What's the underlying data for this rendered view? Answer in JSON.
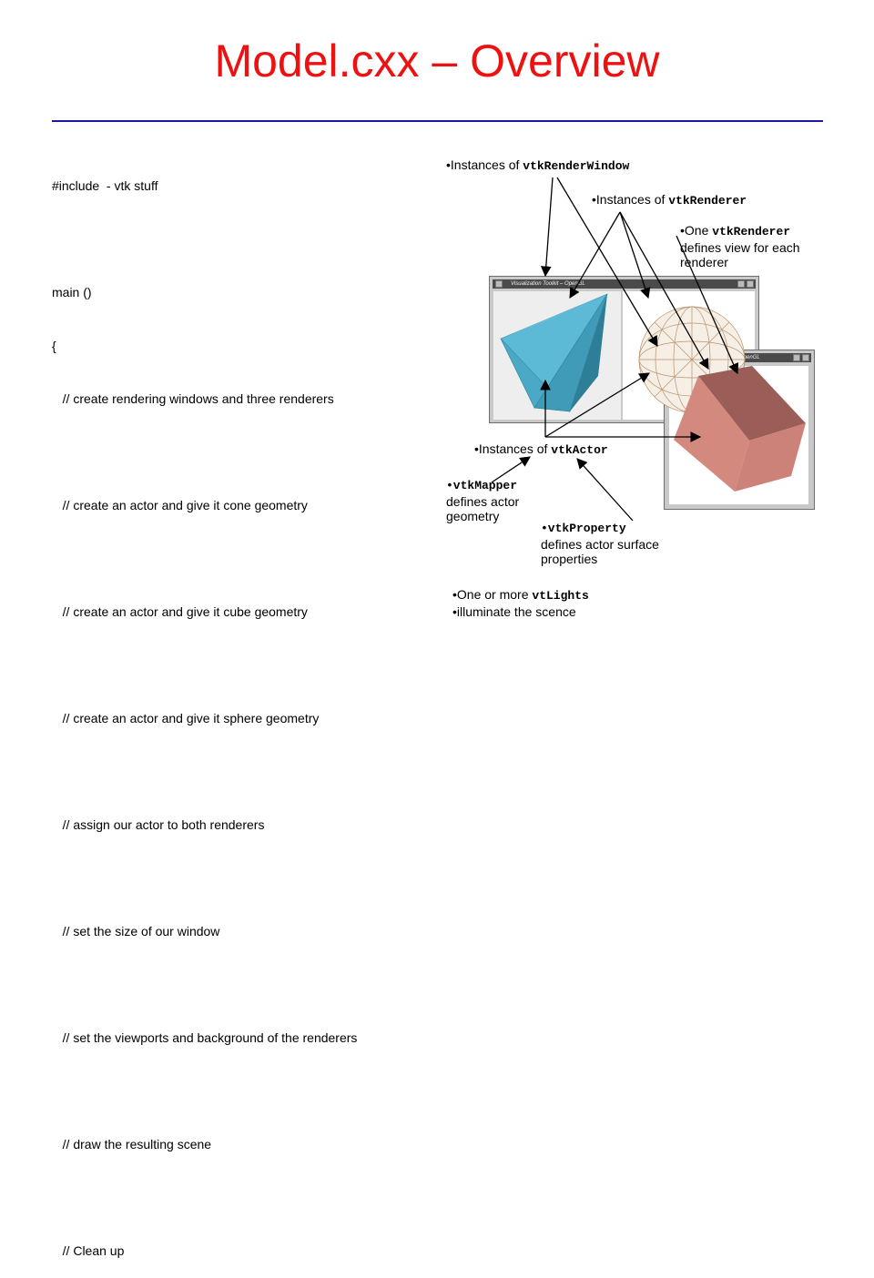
{
  "title": "Model.cxx – Overview",
  "code_lines": [
    "#include  - vtk stuff",
    "",
    "main ()",
    "{",
    "   // create rendering windows and three renderers",
    "",
    "   // create an actor and give it cone geometry",
    "",
    "   // create an actor and give it cube geometry",
    "",
    "   // create an actor and give it sphere geometry",
    "",
    "   // assign our actor to both renderers",
    "",
    "   // set the size of our window",
    "",
    "   // set the viewports and background of the renderers",
    "",
    "   // draw the resulting scene",
    "",
    "   // Clean up"
  ],
  "annotations": {
    "render_window": {
      "prefix": "•Instances of ",
      "code": "vtkRenderWindow"
    },
    "renderer": {
      "prefix": "•Instances of ",
      "code": "vtkRenderer"
    },
    "one_renderer": {
      "prefix": "•One ",
      "code": "vtkRenderer",
      "rest1": "defines view for each",
      "rest2": "renderer"
    },
    "actor": {
      "prefix": "•Instances of ",
      "code": "vtkActor"
    },
    "mapper": {
      "code": "•vtkMapper",
      "rest1": "defines actor",
      "rest2": "geometry"
    },
    "property": {
      "code": "•vtkProperty",
      "rest1": "defines actor surface",
      "rest2": "properties"
    },
    "lights": {
      "prefix": "•One or more ",
      "code": "vtLights",
      "line2": "•illuminate the scence"
    }
  },
  "windows": {
    "back_title": "Visualization Toolkit – OpenGL",
    "front_title": "Visualization Toolkit – OpenGL"
  },
  "colors": {
    "title": "#ee1111",
    "rule": "#1a1aa0",
    "cone": "#4fb3d0",
    "cube": "#d08a80",
    "sphere": "#b08060"
  }
}
